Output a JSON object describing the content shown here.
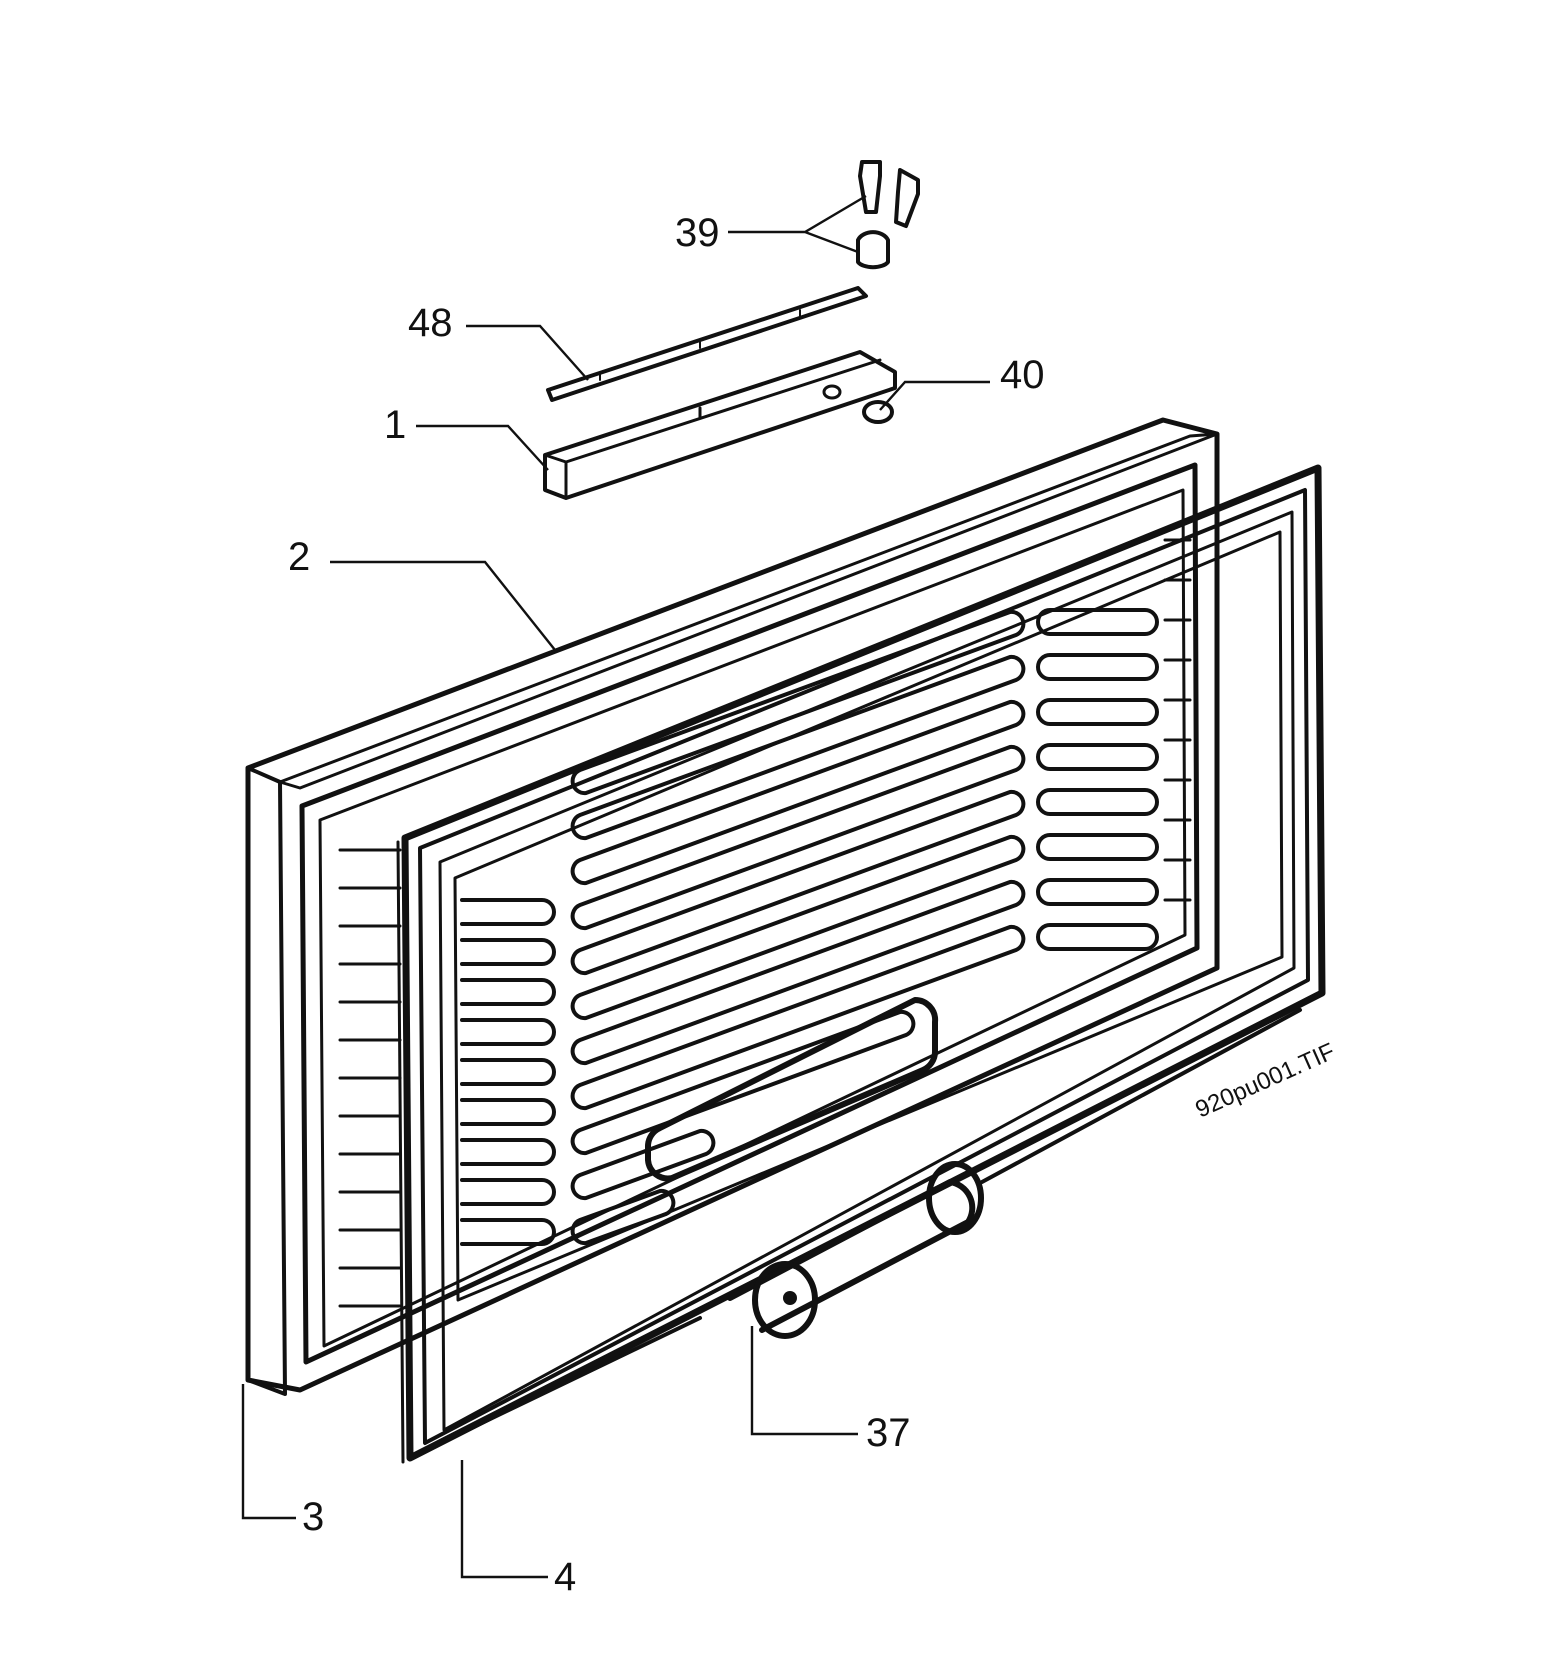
{
  "figure": {
    "file_name": "920pu001.TIF"
  },
  "callouts": [
    {
      "id": "c39",
      "label": "39"
    },
    {
      "id": "c48",
      "label": "48"
    },
    {
      "id": "c40",
      "label": "40"
    },
    {
      "id": "c1",
      "label": "1"
    },
    {
      "id": "c2",
      "label": "2"
    },
    {
      "id": "c37",
      "label": "37"
    },
    {
      "id": "c3",
      "label": "3"
    },
    {
      "id": "c4",
      "label": "4"
    }
  ],
  "colors": {
    "ink": "#111111",
    "paper": "#ffffff"
  }
}
